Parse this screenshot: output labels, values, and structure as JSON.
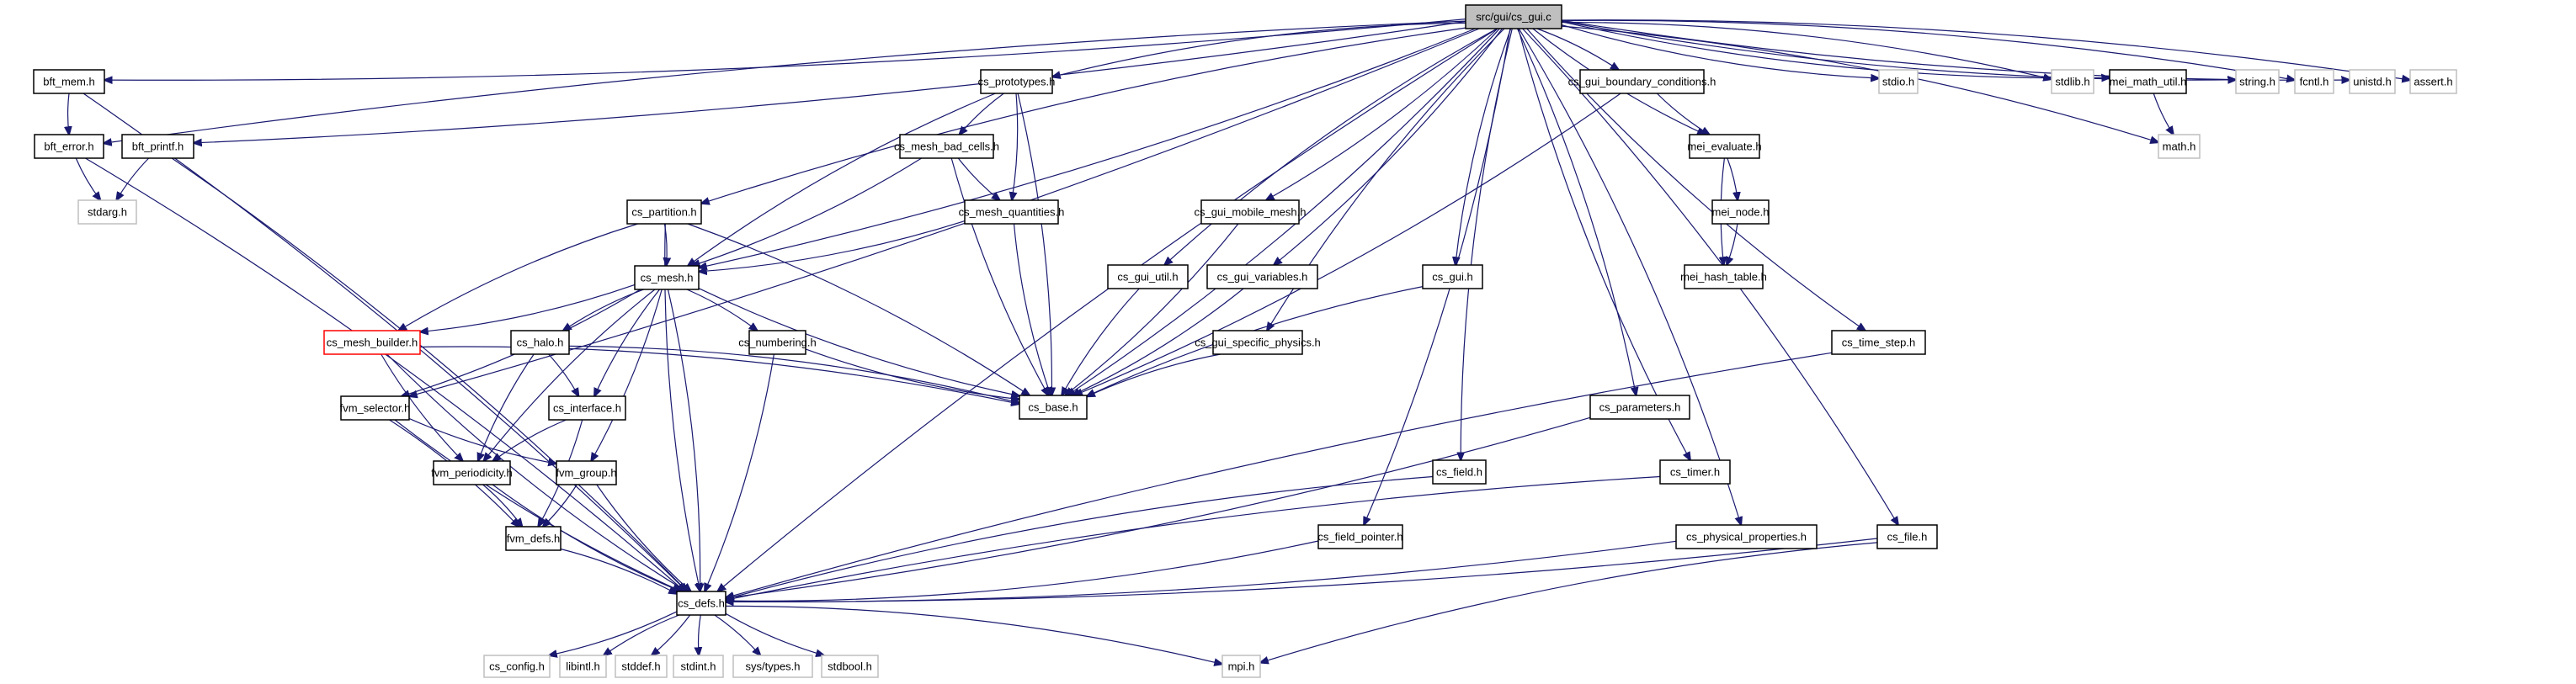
{
  "title": "src/gui/cs_gui.c include dependency graph",
  "colors": {
    "edge": "#191970",
    "root_fill": "#bfbfbf",
    "node_border": "#000000",
    "system_border": "#bfbfbf",
    "highlight_border": "#ff0000"
  },
  "nodes": [
    {
      "id": "cs_gui_c",
      "label": "src/gui/cs_gui.c",
      "kind": "root"
    },
    {
      "id": "bft_mem",
      "label": "bft_mem.h",
      "kind": "normal"
    },
    {
      "id": "bft_error",
      "label": "bft_error.h",
      "kind": "normal"
    },
    {
      "id": "bft_printf",
      "label": "bft_printf.h",
      "kind": "normal"
    },
    {
      "id": "stdarg",
      "label": "stdarg.h",
      "kind": "system"
    },
    {
      "id": "cs_prototypes",
      "label": "cs_prototypes.h",
      "kind": "normal"
    },
    {
      "id": "cs_mesh_bad_cells",
      "label": "cs_mesh_bad_cells.h",
      "kind": "normal"
    },
    {
      "id": "cs_mesh_quantities",
      "label": "cs_mesh_quantities.h",
      "kind": "normal"
    },
    {
      "id": "cs_gui_mobile_mesh",
      "label": "cs_gui_mobile_mesh.h",
      "kind": "normal"
    },
    {
      "id": "cs_partition",
      "label": "cs_partition.h",
      "kind": "normal"
    },
    {
      "id": "cs_mesh",
      "label": "cs_mesh.h",
      "kind": "normal"
    },
    {
      "id": "cs_mesh_builder",
      "label": "cs_mesh_builder.h",
      "kind": "highlight"
    },
    {
      "id": "cs_halo",
      "label": "cs_halo.h",
      "kind": "normal"
    },
    {
      "id": "cs_numbering",
      "label": "cs_numbering.h",
      "kind": "normal"
    },
    {
      "id": "cs_interface",
      "label": "cs_interface.h",
      "kind": "normal"
    },
    {
      "id": "fvm_selector",
      "label": "fvm_selector.h",
      "kind": "normal"
    },
    {
      "id": "fvm_periodicity",
      "label": "fvm_periodicity.h",
      "kind": "normal"
    },
    {
      "id": "fvm_group",
      "label": "fvm_group.h",
      "kind": "normal"
    },
    {
      "id": "fvm_defs",
      "label": "fvm_defs.h",
      "kind": "normal"
    },
    {
      "id": "cs_defs",
      "label": "cs_defs.h",
      "kind": "normal"
    },
    {
      "id": "cs_base",
      "label": "cs_base.h",
      "kind": "normal"
    },
    {
      "id": "cs_gui_util",
      "label": "cs_gui_util.h",
      "kind": "normal"
    },
    {
      "id": "cs_gui_variables",
      "label": "cs_gui_variables.h",
      "kind": "normal"
    },
    {
      "id": "cs_gui_specific_physics",
      "label": "cs_gui_specific_physics.h",
      "kind": "normal"
    },
    {
      "id": "cs_gui_h",
      "label": "cs_gui.h",
      "kind": "normal"
    },
    {
      "id": "cs_gui_boundary_conditions",
      "label": "cs_gui_boundary_conditions.h",
      "kind": "normal"
    },
    {
      "id": "mei_evaluate",
      "label": "mei_evaluate.h",
      "kind": "normal"
    },
    {
      "id": "mei_node",
      "label": "mei_node.h",
      "kind": "normal"
    },
    {
      "id": "mei_hash_table",
      "label": "mei_hash_table.h",
      "kind": "normal"
    },
    {
      "id": "stdio",
      "label": "stdio.h",
      "kind": "system"
    },
    {
      "id": "stdlib",
      "label": "stdlib.h",
      "kind": "system"
    },
    {
      "id": "mei_math_util",
      "label": "mei_math_util.h",
      "kind": "normal"
    },
    {
      "id": "math",
      "label": "math.h",
      "kind": "system"
    },
    {
      "id": "string",
      "label": "string.h",
      "kind": "system"
    },
    {
      "id": "fcntl",
      "label": "fcntl.h",
      "kind": "system"
    },
    {
      "id": "unistd",
      "label": "unistd.h",
      "kind": "system"
    },
    {
      "id": "assert",
      "label": "assert.h",
      "kind": "system"
    },
    {
      "id": "cs_time_step",
      "label": "cs_time_step.h",
      "kind": "normal"
    },
    {
      "id": "cs_parameters",
      "label": "cs_parameters.h",
      "kind": "normal"
    },
    {
      "id": "cs_field",
      "label": "cs_field.h",
      "kind": "normal"
    },
    {
      "id": "cs_timer",
      "label": "cs_timer.h",
      "kind": "normal"
    },
    {
      "id": "cs_field_pointer",
      "label": "cs_field_pointer.h",
      "kind": "normal"
    },
    {
      "id": "cs_physical_properties",
      "label": "cs_physical_properties.h",
      "kind": "normal"
    },
    {
      "id": "cs_file",
      "label": "cs_file.h",
      "kind": "normal"
    },
    {
      "id": "cs_config",
      "label": "cs_config.h",
      "kind": "system"
    },
    {
      "id": "libintl",
      "label": "libintl.h",
      "kind": "system"
    },
    {
      "id": "stddef",
      "label": "stddef.h",
      "kind": "system"
    },
    {
      "id": "stdint",
      "label": "stdint.h",
      "kind": "system"
    },
    {
      "id": "sys_types",
      "label": "sys/types.h",
      "kind": "system"
    },
    {
      "id": "stdbool",
      "label": "stdbool.h",
      "kind": "system"
    },
    {
      "id": "mpi",
      "label": "mpi.h",
      "kind": "system"
    }
  ],
  "edges": [
    [
      "cs_gui_c",
      "bft_mem"
    ],
    [
      "cs_gui_c",
      "bft_error"
    ],
    [
      "cs_gui_c",
      "bft_printf"
    ],
    [
      "cs_gui_c",
      "cs_prototypes"
    ],
    [
      "cs_gui_c",
      "cs_mesh"
    ],
    [
      "cs_gui_c",
      "cs_partition"
    ],
    [
      "cs_gui_c",
      "fvm_selector"
    ],
    [
      "cs_gui_c",
      "cs_defs"
    ],
    [
      "cs_gui_c",
      "cs_base"
    ],
    [
      "cs_gui_c",
      "cs_gui_util"
    ],
    [
      "cs_gui_c",
      "cs_gui_variables"
    ],
    [
      "cs_gui_c",
      "cs_gui_specific_physics"
    ],
    [
      "cs_gui_c",
      "cs_gui_mobile_mesh"
    ],
    [
      "cs_gui_c",
      "cs_gui_h"
    ],
    [
      "cs_gui_c",
      "cs_gui_boundary_conditions"
    ],
    [
      "cs_gui_c",
      "mei_evaluate"
    ],
    [
      "cs_gui_c",
      "cs_parameters"
    ],
    [
      "cs_gui_c",
      "cs_field"
    ],
    [
      "cs_gui_c",
      "cs_field_pointer"
    ],
    [
      "cs_gui_c",
      "cs_timer"
    ],
    [
      "cs_gui_c",
      "cs_physical_properties"
    ],
    [
      "cs_gui_c",
      "cs_time_step"
    ],
    [
      "cs_gui_c",
      "cs_file"
    ],
    [
      "cs_gui_c",
      "stdio"
    ],
    [
      "cs_gui_c",
      "stdlib"
    ],
    [
      "cs_gui_c",
      "mei_math_util"
    ],
    [
      "cs_gui_c",
      "math"
    ],
    [
      "cs_gui_c",
      "string"
    ],
    [
      "cs_gui_c",
      "fcntl"
    ],
    [
      "cs_gui_c",
      "unistd"
    ],
    [
      "cs_gui_c",
      "assert"
    ],
    [
      "bft_mem",
      "bft_error"
    ],
    [
      "bft_mem",
      "cs_defs"
    ],
    [
      "bft_error",
      "stdarg"
    ],
    [
      "bft_error",
      "cs_defs"
    ],
    [
      "bft_printf",
      "stdarg"
    ],
    [
      "bft_printf",
      "cs_defs"
    ],
    [
      "cs_prototypes",
      "cs_mesh_bad_cells"
    ],
    [
      "cs_prototypes",
      "cs_mesh_quantities"
    ],
    [
      "cs_prototypes",
      "cs_mesh"
    ],
    [
      "cs_prototypes",
      "cs_base"
    ],
    [
      "cs_mesh_bad_cells",
      "cs_mesh_quantities"
    ],
    [
      "cs_mesh_bad_cells",
      "cs_mesh"
    ],
    [
      "cs_mesh_bad_cells",
      "cs_base"
    ],
    [
      "cs_mesh_quantities",
      "cs_mesh"
    ],
    [
      "cs_mesh_quantities",
      "cs_base"
    ],
    [
      "cs_partition",
      "cs_mesh"
    ],
    [
      "cs_partition",
      "cs_mesh_builder"
    ],
    [
      "cs_partition",
      "cs_base"
    ],
    [
      "cs_partition",
      "cs_defs"
    ],
    [
      "cs_mesh",
      "cs_mesh_builder"
    ],
    [
      "cs_mesh",
      "cs_halo"
    ],
    [
      "cs_mesh",
      "cs_numbering"
    ],
    [
      "cs_mesh",
      "cs_interface"
    ],
    [
      "cs_mesh",
      "fvm_selector"
    ],
    [
      "cs_mesh",
      "fvm_periodicity"
    ],
    [
      "cs_mesh",
      "fvm_group"
    ],
    [
      "cs_mesh",
      "cs_base"
    ],
    [
      "cs_mesh",
      "cs_defs"
    ],
    [
      "cs_mesh_builder",
      "fvm_periodicity"
    ],
    [
      "cs_mesh_builder",
      "cs_base"
    ],
    [
      "cs_mesh_builder",
      "cs_defs"
    ],
    [
      "cs_halo",
      "cs_interface"
    ],
    [
      "cs_halo",
      "fvm_periodicity"
    ],
    [
      "cs_halo",
      "cs_base"
    ],
    [
      "cs_numbering",
      "cs_base"
    ],
    [
      "cs_numbering",
      "cs_defs"
    ],
    [
      "cs_interface",
      "fvm_periodicity"
    ],
    [
      "cs_interface",
      "fvm_defs"
    ],
    [
      "fvm_selector",
      "fvm_group"
    ],
    [
      "fvm_selector",
      "fvm_defs"
    ],
    [
      "fvm_selector",
      "cs_defs"
    ],
    [
      "fvm_periodicity",
      "fvm_defs"
    ],
    [
      "fvm_periodicity",
      "cs_defs"
    ],
    [
      "fvm_group",
      "fvm_defs"
    ],
    [
      "fvm_group",
      "cs_defs"
    ],
    [
      "fvm_defs",
      "cs_defs"
    ],
    [
      "cs_gui_util",
      "cs_base"
    ],
    [
      "cs_gui_variables",
      "cs_base"
    ],
    [
      "cs_gui_specific_physics",
      "cs_base"
    ],
    [
      "cs_gui_mobile_mesh",
      "cs_base"
    ],
    [
      "cs_gui_h",
      "cs_base"
    ],
    [
      "cs_gui_boundary_conditions",
      "cs_base"
    ],
    [
      "cs_gui_boundary_conditions",
      "mei_evaluate"
    ],
    [
      "mei_evaluate",
      "mei_node"
    ],
    [
      "mei_evaluate",
      "mei_hash_table"
    ],
    [
      "mei_node",
      "mei_hash_table"
    ],
    [
      "mei_math_util",
      "math"
    ],
    [
      "cs_parameters",
      "cs_defs"
    ],
    [
      "cs_field",
      "cs_defs"
    ],
    [
      "cs_field_pointer",
      "cs_defs"
    ],
    [
      "cs_timer",
      "cs_defs"
    ],
    [
      "cs_physical_properties",
      "cs_defs"
    ],
    [
      "cs_time_step",
      "cs_defs"
    ],
    [
      "cs_file",
      "cs_defs"
    ],
    [
      "cs_file",
      "mpi"
    ],
    [
      "cs_defs",
      "cs_config"
    ],
    [
      "cs_defs",
      "libintl"
    ],
    [
      "cs_defs",
      "stddef"
    ],
    [
      "cs_defs",
      "stdint"
    ],
    [
      "cs_defs",
      "sys_types"
    ],
    [
      "cs_defs",
      "stdbool"
    ],
    [
      "cs_defs",
      "mpi"
    ]
  ]
}
